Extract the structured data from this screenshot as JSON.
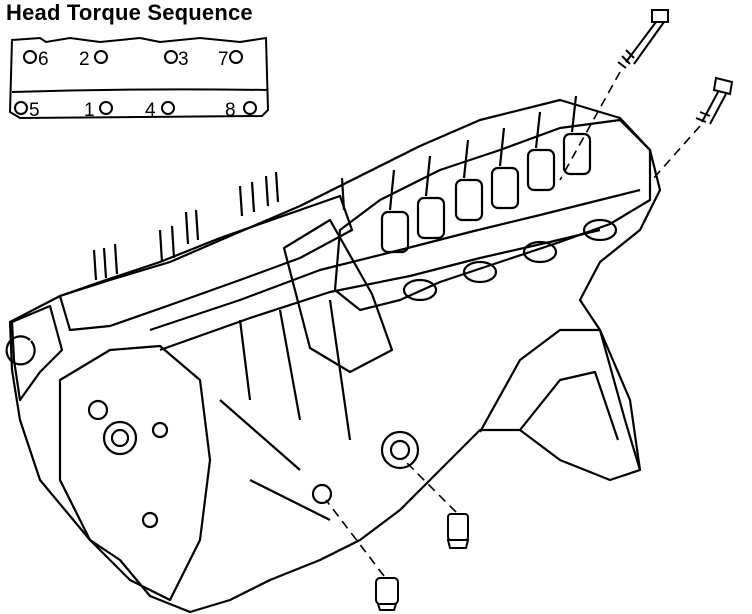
{
  "title": "Head Torque Sequence",
  "sequence": {
    "top_row": [
      "6",
      "2",
      "3",
      "7"
    ],
    "bottom_row": [
      "5",
      "1",
      "4",
      "8"
    ]
  }
}
